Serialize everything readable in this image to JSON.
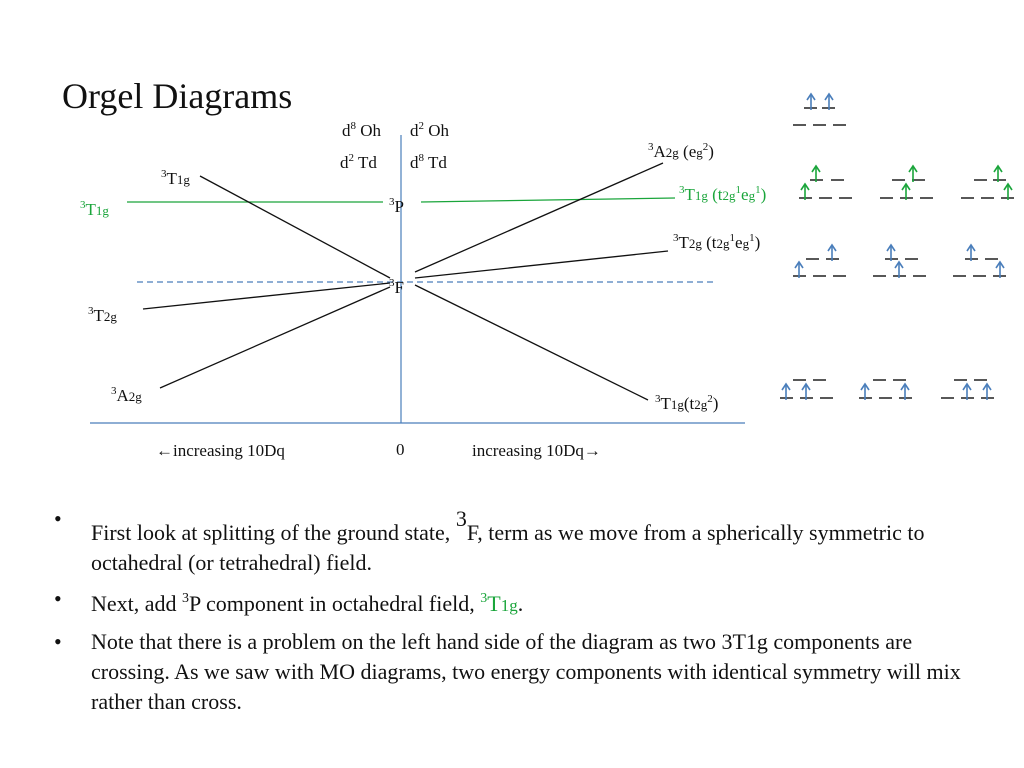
{
  "title": "Orgel Diagrams",
  "colors": {
    "green": "#1aa53b",
    "blue": "#4a7ebb",
    "dark": "#111111"
  },
  "header_labels": {
    "left_top": {
      "d": "d",
      "sup": "8",
      "geom": " Oh"
    },
    "left_bottom": {
      "d": "d",
      "sup": "2",
      "geom": " Td"
    },
    "right_top": {
      "d": "d",
      "sup": "2",
      "geom": " Oh"
    },
    "right_bottom": {
      "d": "d",
      "sup": "8",
      "geom": " Td"
    }
  },
  "terms": {
    "P": {
      "sup": "3",
      "main": "P"
    },
    "F": {
      "sup": "3",
      "main": "F"
    },
    "left_T1g_top": {
      "sup": "3",
      "main": "T",
      "sub": "1g"
    },
    "left_T1g_green": {
      "sup": "3",
      "main": "T",
      "sub": "1g"
    },
    "left_T2g": {
      "sup": "3",
      "main": "T",
      "sub": "2g"
    },
    "left_A2g": {
      "sup": "3",
      "main": "A",
      "sub": "2g"
    },
    "right_A2g": {
      "sup": "3",
      "main": "A",
      "sub": "2g",
      "cfg": " (e",
      "cfg_sub": "g",
      "cfg_sup": "2",
      "cfg_end": ")"
    },
    "right_T1g_green": {
      "sup": "3",
      "main": "T",
      "sub": "1g",
      "cfg": " (t",
      "cfg_sub": "2g",
      "cfg_sup": "1",
      "cfg2": "e",
      "cfg2_sub": "g",
      "cfg2_sup": "1",
      "cfg_end": ")"
    },
    "right_T2g": {
      "sup": "3",
      "main": "T",
      "sub": "2g",
      "cfg": " (t",
      "cfg_sub": "2g",
      "cfg_sup": "1",
      "cfg2": "e",
      "cfg2_sub": "g",
      "cfg2_sup": "1",
      "cfg_end": ")"
    },
    "right_T1g_bottom": {
      "sup": "3",
      "main": "T",
      "sub": "1g",
      "cfg": "(t",
      "cfg_sub": "2g",
      "cfg_sup": "2",
      "cfg_end": ")"
    }
  },
  "axis": {
    "left": "←increasing 10Dq",
    "zero": "0",
    "right": "increasing 10Dq→"
  },
  "bullets": {
    "b1_pre": "First look at splitting of  the ground state, ",
    "b1_sup": "3",
    "b1_main": "F",
    "b1_post": ", term as we move from a spherically symmetric to octahedral (or tetrahedral) field.",
    "b2_pre": "Next, add ",
    "b2_sup": "3",
    "b2_mid": "P component in octahedral field, ",
    "b2_green_sup": "3",
    "b2_green_main": "T",
    "b2_green_sub": "1g",
    "b2_end": ".",
    "b3": "Note that there is a problem on the left hand side of  the diagram as two 3T1g components are crossing. As we saw with MO diagrams, two energy components with identical symmetry will mix rather than cross."
  }
}
